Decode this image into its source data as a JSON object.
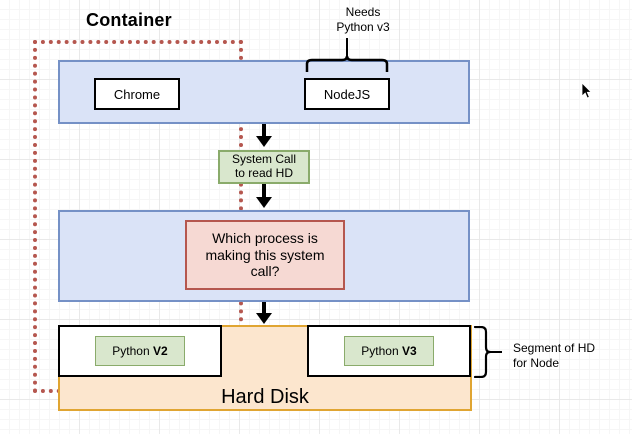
{
  "diagram": {
    "container": {
      "title": "Container"
    },
    "application_layer": {
      "apps": [
        {
          "label": "Chrome"
        },
        {
          "label": "NodeJS"
        }
      ],
      "annotation": {
        "line1": "Needs",
        "line2": "Python v3"
      }
    },
    "syscall": {
      "line1": "System Call",
      "line2": "to read HD"
    },
    "kernel_layer": {
      "question": "Which process is making this system call?"
    },
    "hard_disk": {
      "label": "Hard Disk",
      "segments": [
        {
          "name": "Python ",
          "version": "V2"
        },
        {
          "name": "Python ",
          "version": "V3"
        }
      ],
      "annotation": {
        "line1": "Segment of HD",
        "line2": "for Node"
      }
    },
    "colors": {
      "container_dash": "#b5574f",
      "process_band": "#dae3f7",
      "process_band_border": "#7591c6",
      "syscall_fill": "#d9e7cd",
      "syscall_border": "#8aab6b",
      "question_fill": "#f6d9d3",
      "question_border": "#b5574f",
      "disk_fill": "#fce6ce",
      "disk_border": "#e0a532",
      "arrow": "#000000"
    }
  }
}
